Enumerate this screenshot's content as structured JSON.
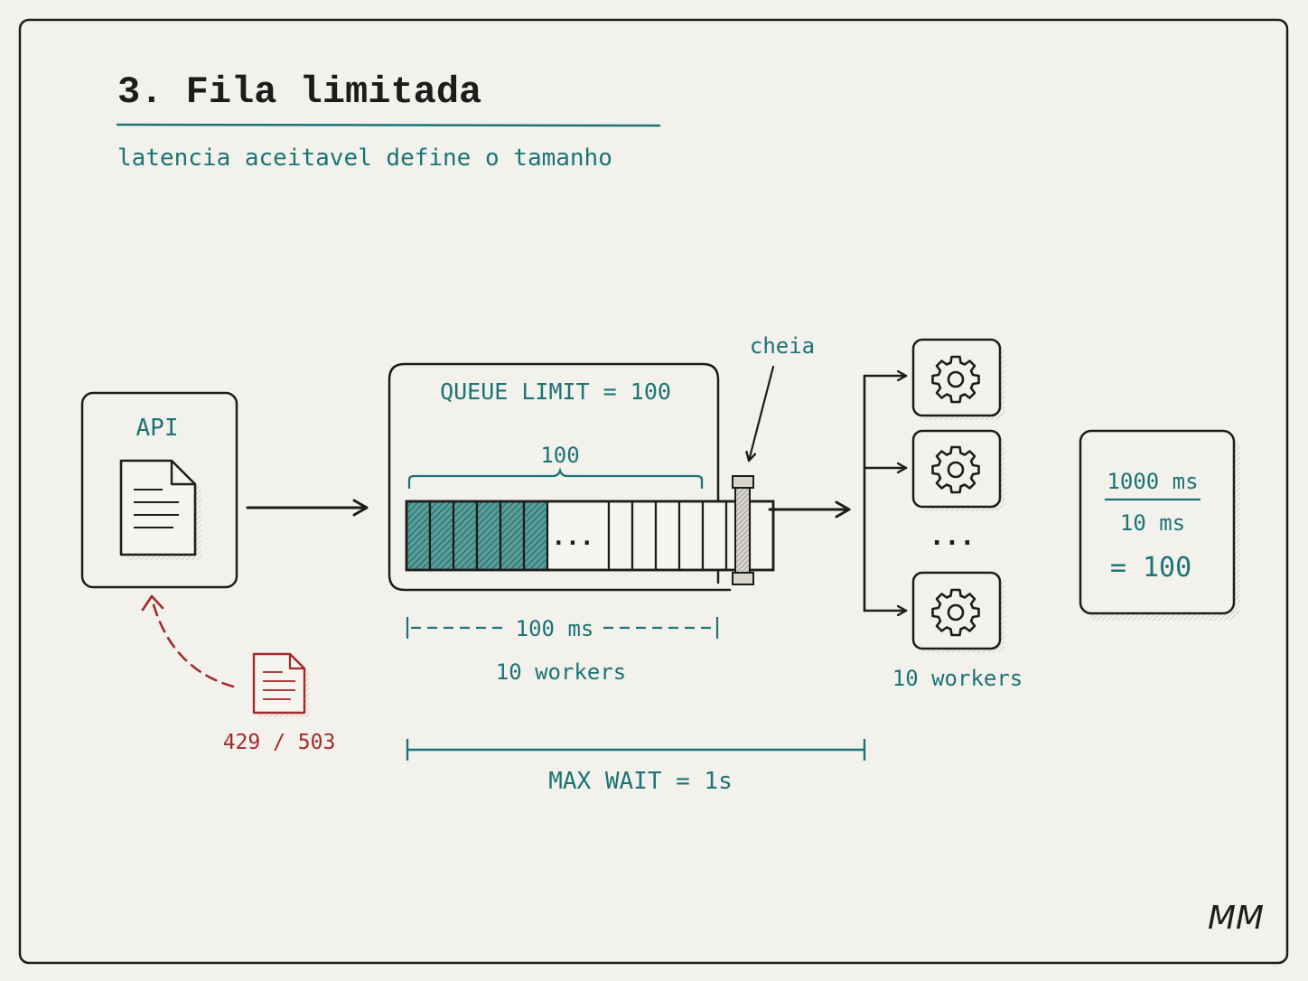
{
  "title": "3. Fila limitada",
  "subtitle": "latencia aceitavel define o tamanho",
  "api": {
    "label": "API"
  },
  "reject": {
    "label": "429 / 503"
  },
  "queue": {
    "label": "QUEUE LIMIT = 100",
    "brace_label": "100",
    "ellipsis": "...",
    "filled_slots": 6,
    "empty_slots": 7,
    "full_label": "cheia",
    "time_label": "100 ms",
    "workers_label": "10 workers"
  },
  "workers": {
    "ellipsis": "...",
    "label": "10 workers"
  },
  "max_wait": {
    "label": "MAX WAIT = 1s"
  },
  "formula": {
    "numerator": "1000 ms",
    "denominator": "10 ms",
    "result": "= 100"
  },
  "signature": "MM",
  "colors": {
    "ink": "#1c1c1c",
    "teal": "#1a7474",
    "red": "#a32a2a",
    "paper": "#f3f1ec"
  },
  "icons": {
    "api_doc": "document-icon",
    "reject_doc": "document-icon",
    "worker": "gear-icon"
  }
}
